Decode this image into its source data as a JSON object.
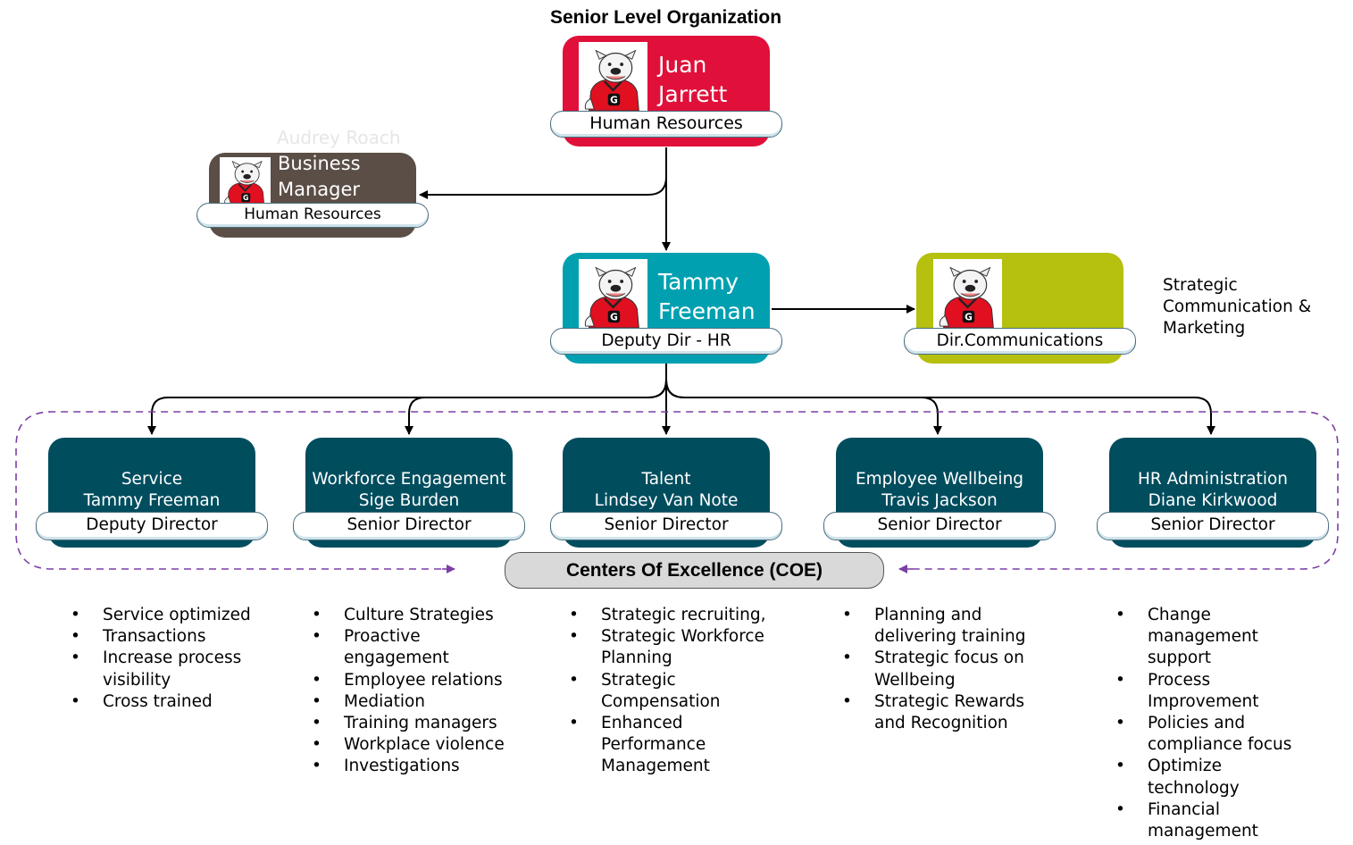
{
  "header": {
    "title": "Senior Level Organization"
  },
  "top": {
    "name_line1": "Juan",
    "name_line2": "Jarrett",
    "department": "Human Resources",
    "color": "#e0103a"
  },
  "business": {
    "faint_name": "Audrey Roach",
    "title_line1": "Business",
    "title_line2": "Manager",
    "department": "Human Resources",
    "color": "#5a4e46"
  },
  "deputy": {
    "name_line1": "Tammy",
    "name_line2": "Freeman",
    "title": "Deputy Dir - HR",
    "color": "#00a0b0"
  },
  "communications": {
    "title": "Dir.Communications",
    "side_line1": "Strategic",
    "side_line2": "Communication &",
    "side_line3": "Marketing",
    "color": "#b5c00f"
  },
  "coe": {
    "label": "Centers Of Excellence (COE)",
    "color": "#004d5e",
    "cards": [
      {
        "area": "Service",
        "name": "Tammy Freeman",
        "role": "Deputy Director",
        "bullets": [
          "Service optimized",
          "Transactions",
          "Increase process|visibility",
          "Cross trained"
        ]
      },
      {
        "area": "Workforce Engagement",
        "name": "Sige Burden",
        "role": "Senior Director",
        "bullets": [
          "Culture Strategies",
          "Proactive|engagement",
          "Employee relations",
          "Mediation",
          "Training managers",
          "Workplace violence",
          "Investigations"
        ]
      },
      {
        "area": "Talent",
        "name": "Lindsey Van Note",
        "role": "Senior Director",
        "bullets": [
          "Strategic recruiting,",
          "Strategic Workforce|Planning",
          "Strategic|Compensation",
          "Enhanced|Performance|Management"
        ]
      },
      {
        "area": "Employee Wellbeing",
        "name": "Travis Jackson",
        "role": "Senior Director",
        "bullets": [
          "Planning and|delivering training",
          "Strategic focus on|Wellbeing",
          "Strategic Rewards|and Recognition"
        ]
      },
      {
        "area": "HR Administration",
        "name": "Diane Kirkwood",
        "role": "Senior Director",
        "bullets": [
          "Change|management|support",
          "Process|Improvement",
          "Policies and|compliance focus",
          "Optimize|technology",
          "Financial|management"
        ]
      }
    ]
  },
  "icons": {
    "photo": "bulldog-mascot-icon"
  }
}
